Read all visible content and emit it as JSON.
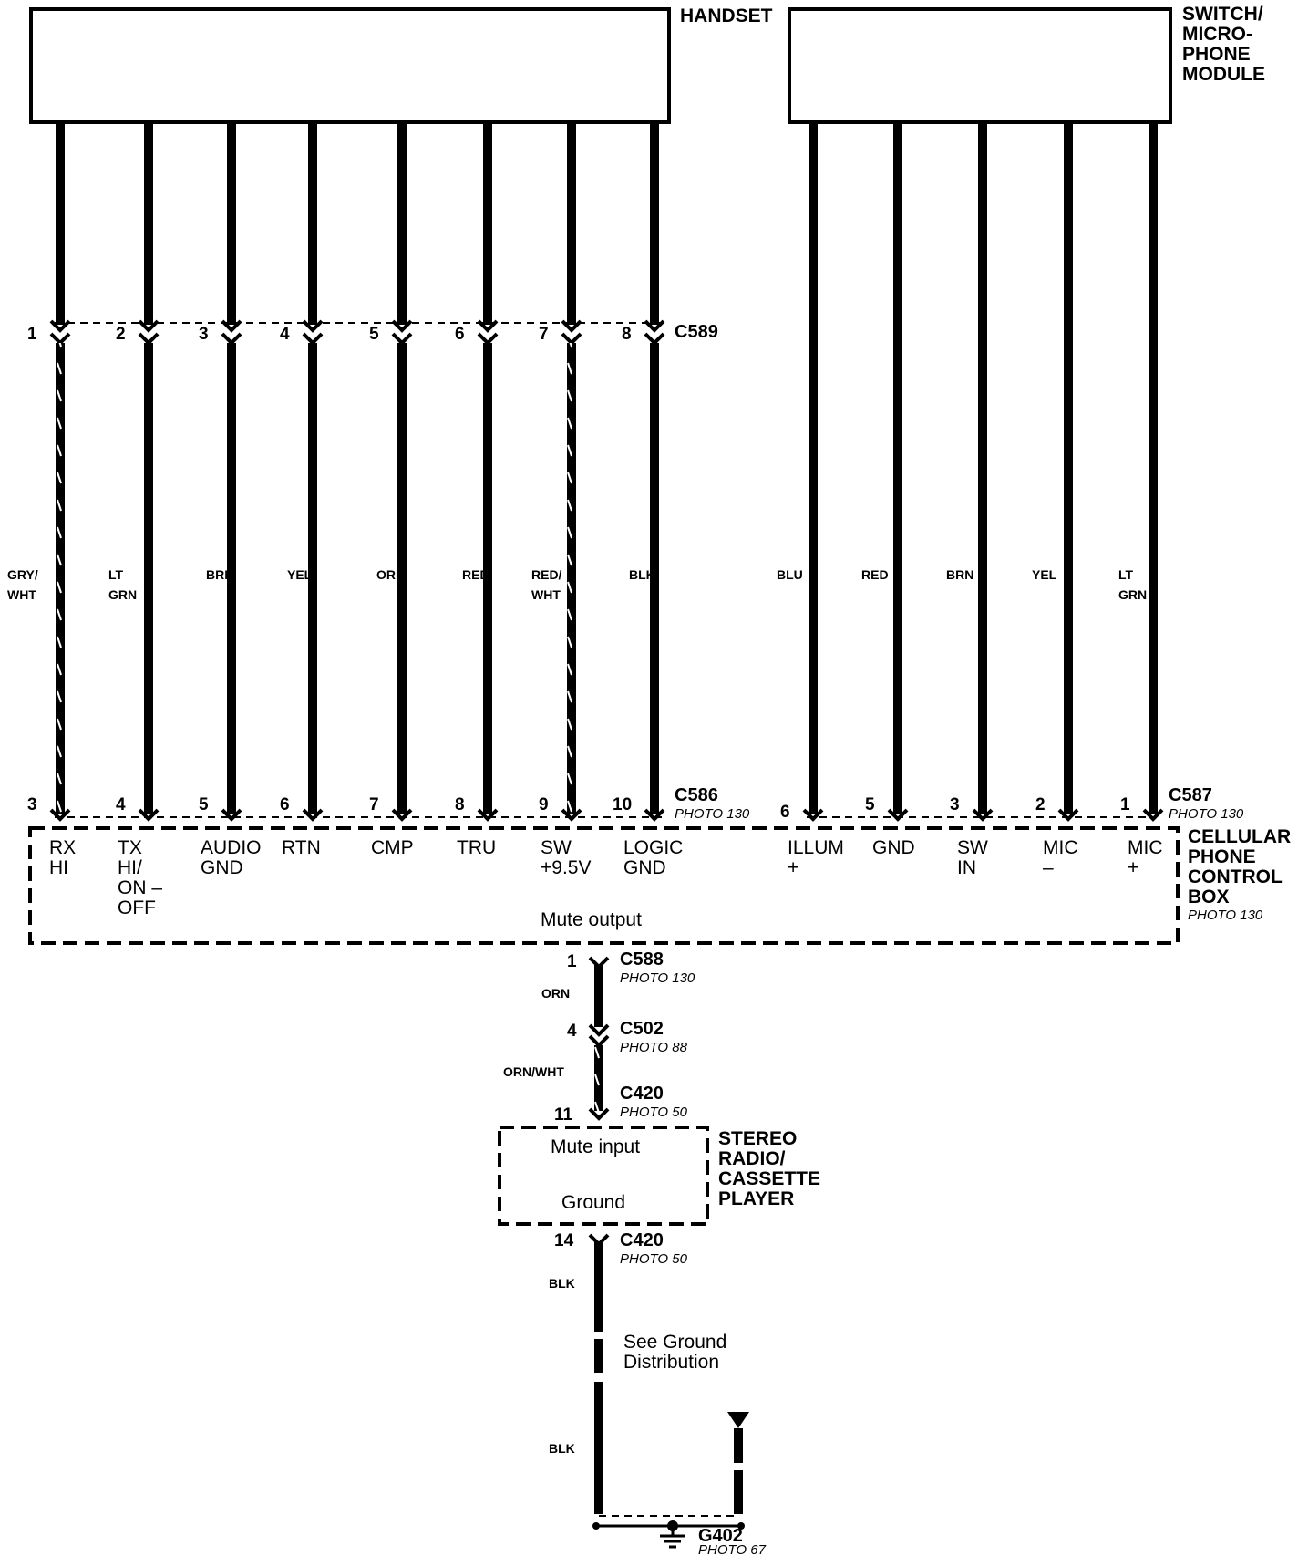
{
  "components": {
    "handset": "HANDSET",
    "switch_mic": [
      "SWITCH/",
      "MICRO-",
      "PHONE",
      "MODULE"
    ],
    "control_box": [
      "CELLULAR",
      "PHONE",
      "CONTROL",
      "BOX"
    ],
    "control_box_photo": "PHOTO 130",
    "stereo": [
      "STEREO",
      "RADIO/",
      "CASSETTE",
      "PLAYER"
    ],
    "mute_output": "Mute output",
    "mute_input": "Mute input",
    "ground_fn": "Ground",
    "ground_note": [
      "See Ground",
      "Distribution"
    ]
  },
  "connectors": {
    "c589": "C589",
    "c586": "C586",
    "c586_photo": "PHOTO 130",
    "c587": "C587",
    "c587_photo": "PHOTO 130",
    "c588": "C588",
    "c588_photo": "PHOTO 130",
    "c502": "C502",
    "c502_photo": "PHOTO 88",
    "c420_top": "C420",
    "c420_top_photo": "PHOTO 50",
    "c420_bot": "C420",
    "c420_bot_photo": "PHOTO 50",
    "g402": "G402",
    "g402_photo": "PHOTO 67"
  },
  "handset_wires": [
    {
      "c589_pin": "1",
      "color": [
        "GRY/",
        "WHT"
      ],
      "c586_pin": "3",
      "fn": [
        "RX",
        "HI"
      ],
      "striped": true
    },
    {
      "c589_pin": "2",
      "color": [
        "LT",
        "GRN"
      ],
      "c586_pin": "4",
      "fn": [
        "TX",
        "HI/",
        "ON –",
        "OFF"
      ],
      "striped": false
    },
    {
      "c589_pin": "3",
      "color": [
        "BRN"
      ],
      "c586_pin": "5",
      "fn": [
        "AUDIO",
        "GND"
      ],
      "striped": false
    },
    {
      "c589_pin": "4",
      "color": [
        "YEL"
      ],
      "c586_pin": "6",
      "fn": [
        "RTN"
      ],
      "striped": false
    },
    {
      "c589_pin": "5",
      "color": [
        "ORN"
      ],
      "c586_pin": "7",
      "fn": [
        "CMP"
      ],
      "striped": false
    },
    {
      "c589_pin": "6",
      "color": [
        "RED"
      ],
      "c586_pin": "8",
      "fn": [
        "TRU"
      ],
      "striped": false
    },
    {
      "c589_pin": "7",
      "color": [
        "RED/",
        "WHT"
      ],
      "c586_pin": "9",
      "fn": [
        "SW",
        "+9.5V"
      ],
      "striped": true
    },
    {
      "c589_pin": "8",
      "color": [
        "BLK"
      ],
      "c586_pin": "10",
      "fn": [
        "LOGIC",
        "GND"
      ],
      "striped": false
    }
  ],
  "switch_wires": [
    {
      "color": [
        "BLU"
      ],
      "c587_pin": "6",
      "fn": [
        "ILLUM",
        "+"
      ]
    },
    {
      "color": [
        "RED"
      ],
      "c587_pin": "5",
      "fn": [
        "GND"
      ]
    },
    {
      "color": [
        "BRN"
      ],
      "c587_pin": "3",
      "fn": [
        "SW",
        "IN"
      ]
    },
    {
      "color": [
        "YEL"
      ],
      "c587_pin": "2",
      "fn": [
        "MIC",
        "–"
      ]
    },
    {
      "color": [
        "LT",
        "GRN"
      ],
      "c587_pin": "1",
      "fn": [
        "MIC",
        "+"
      ]
    }
  ],
  "mute_circuit": {
    "c588_pin": "1",
    "wire1": "ORN",
    "c502_pin": "4",
    "wire2": "ORN/WHT",
    "c420_pin": "11",
    "c420_ground_pin": "14",
    "wire3": "BLK",
    "wire4": "BLK"
  }
}
